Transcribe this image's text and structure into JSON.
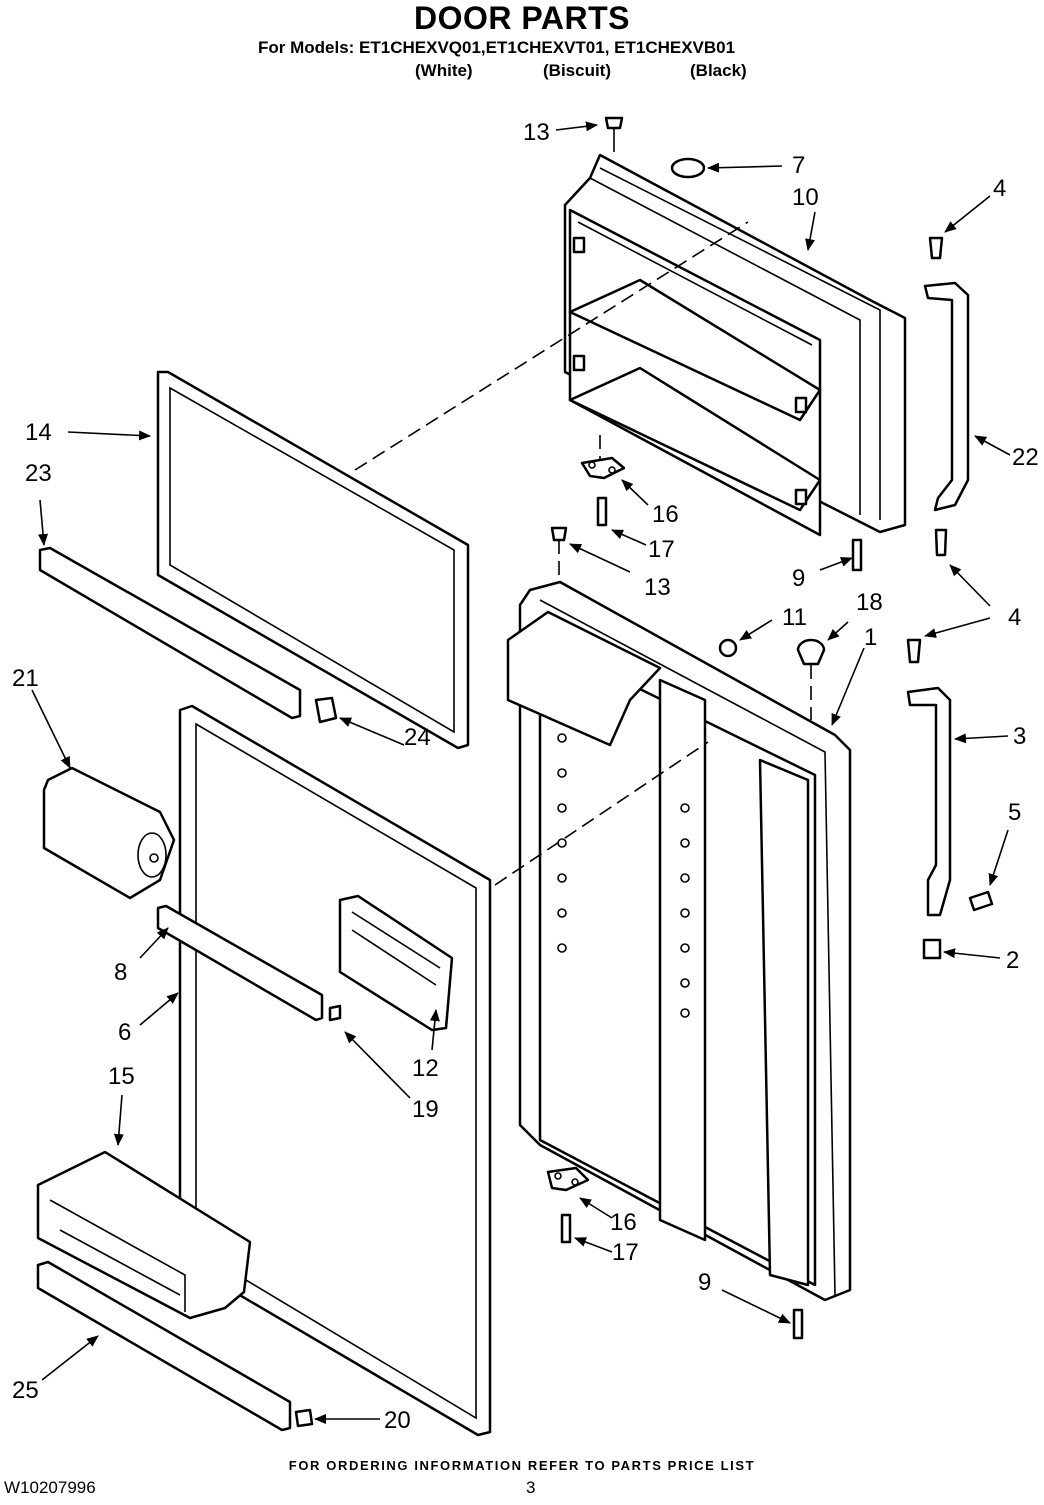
{
  "header": {
    "title": "DOOR PARTS",
    "models": "For Models: ET1CHEXVQ01,ET1CHEXVT01, ET1CHEXVB01",
    "colors": [
      "(White)",
      "(Biscuit)",
      "(Black)"
    ]
  },
  "callouts": {
    "c13a": "13",
    "c7": "7",
    "c10": "10",
    "c4a": "4",
    "c14": "14",
    "c23": "23",
    "c22": "22",
    "c16a": "16",
    "c17a": "17",
    "c13b": "13",
    "c9a": "9",
    "c11": "11",
    "c18": "18",
    "c1": "1",
    "c4b": "4",
    "c21": "21",
    "c24": "24",
    "c3": "3",
    "c5": "5",
    "c2": "2",
    "c8": "8",
    "c6": "6",
    "c12": "12",
    "c19": "19",
    "c15": "15",
    "c16b": "16",
    "c17b": "17",
    "c9b": "9",
    "c25": "25",
    "c20": "20"
  },
  "footer": {
    "note": "FOR ORDERING INFORMATION REFER TO PARTS PRICE LIST",
    "doc_number": "W10207996",
    "page_number": "3"
  }
}
